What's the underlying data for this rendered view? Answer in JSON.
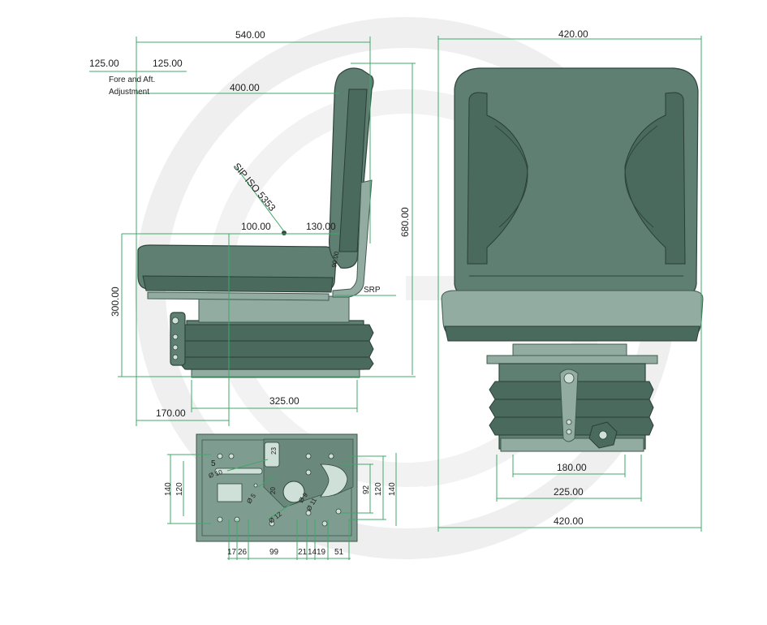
{
  "diagram": {
    "side_view": {
      "overall_depth": "540.00",
      "fore_aft_minus": "125.00",
      "fore_aft_plus": "125.00",
      "fore_aft_caption_line1": "Fore and Aft.",
      "fore_aft_caption_line2": "Adjustment",
      "backrest_depth": "400.00",
      "standard": "SIP ISO 5353",
      "sip_offset": "100.00",
      "sip_to_backrest": "130.00",
      "overall_height": "680.00",
      "small_label": "90.00",
      "srp_label": "SRP",
      "seat_height": "300.00",
      "base_depth": "325.00",
      "base_offset": "170.00"
    },
    "front_view": {
      "backrest_width": "420.00",
      "slide_width_inner": "180.00",
      "slide_width_outer": "225.00",
      "overall_width": "420.00"
    },
    "mounting_plate": {
      "outer_pitch_left": "140",
      "inner_pitch_left": "120",
      "top_label": "23",
      "slot_label": "5",
      "hole_10": "Ø 10",
      "hole_5": "Ø 5",
      "label_20": "20",
      "hole_12": "Ø 12",
      "hole_9": "Ø 9",
      "hole_11": "Ø 11",
      "right_92": "92",
      "right_120": "120",
      "right_140": "140",
      "bottom_dims": [
        "17",
        "26",
        "99",
        "21",
        "14",
        "19",
        "51"
      ]
    }
  },
  "colors": {
    "dimension_line": "#3fa86a",
    "seat_body": "#5e7f72",
    "seat_outline": "#2e463c",
    "watermark": "#ececec"
  }
}
